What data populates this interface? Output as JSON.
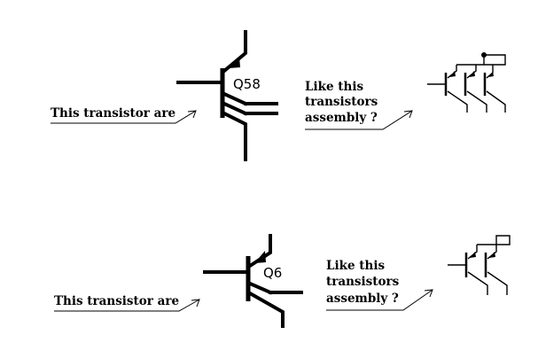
{
  "top_section": {
    "designator": "Q58",
    "left_label": "This transistor are",
    "right_label_lines": [
      "Like this",
      "transistors",
      "assembly ?"
    ]
  },
  "bottom_section": {
    "designator": "Q6",
    "left_label": "This transistor are",
    "right_label_lines": [
      "Like this",
      "transistors",
      "assembly ?"
    ]
  }
}
